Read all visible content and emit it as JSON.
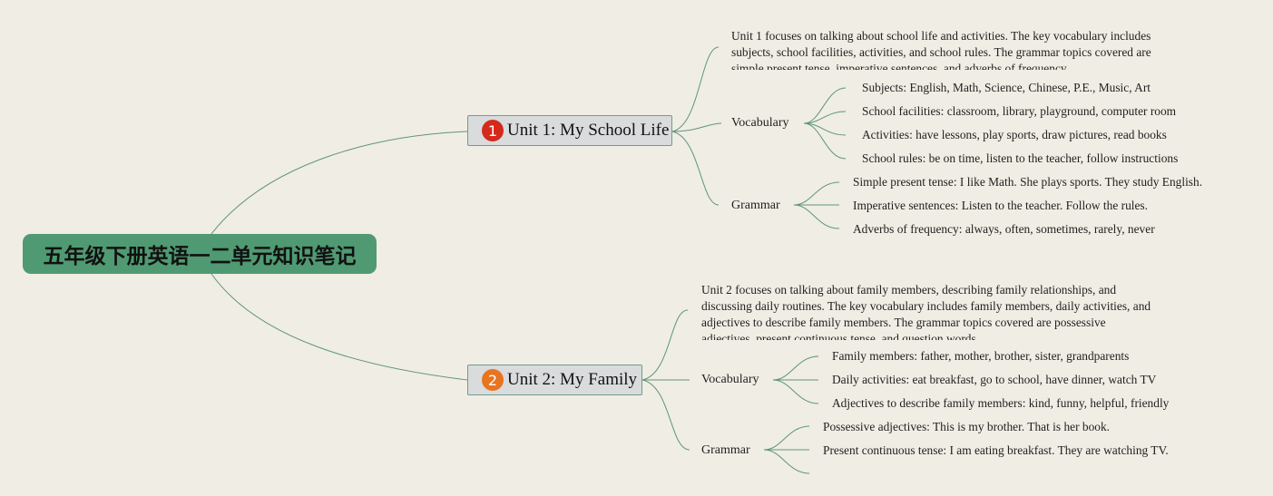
{
  "root": {
    "title": "五年级下册英语一二单元知识笔记"
  },
  "units": [
    {
      "badge": "1",
      "badge_color": "#d42a1c",
      "title": "Unit 1: My School Life",
      "summary": "Unit 1 focuses on talking about school life and activities. The key vocabulary includes subjects, school facilities, activities, and school rules. The grammar topics covered are simple present tense, imperative sentences, and adverbs of frequency.",
      "vocabulary_label": "Vocabulary",
      "vocabulary": [
        "Subjects: English, Math, Science, Chinese, P.E., Music, Art",
        "School facilities: classroom, library, playground, computer room",
        "Activities: have lessons, play sports, draw pictures, read books",
        "School rules: be on time, listen to the teacher, follow instructions"
      ],
      "grammar_label": "Grammar",
      "grammar": [
        "Simple present tense: I like Math. She plays sports. They study English.",
        "Imperative sentences: Listen to the teacher. Follow the rules.",
        "Adverbs of frequency: always, often, sometimes, rarely, never"
      ]
    },
    {
      "badge": "2",
      "badge_color": "#e8741f",
      "title": "Unit 2: My Family",
      "summary": "Unit 2 focuses on talking about family members, describing family relationships, and discussing daily routines. The key vocabulary includes family members, daily activities, and adjectives to describe family members. The grammar topics covered are possessive adjectives, present continuous tense, and question words.",
      "vocabulary_label": "Vocabulary",
      "vocabulary": [
        "Family members: father, mother, brother, sister, grandparents",
        "Daily activities: eat breakfast, go to school, have dinner, watch TV",
        "Adjectives to describe family members: kind, funny, helpful, friendly"
      ],
      "grammar_label": "Grammar",
      "grammar": [
        "Possessive adjectives: This is my brother. That is her book.",
        "Present continuous tense: I am eating breakfast. They are watching TV.",
        ""
      ]
    }
  ],
  "colors": {
    "background": "#f0ede4",
    "root": "#4f9a72",
    "link": "#5e9679",
    "unit_box": "#d9dbdc"
  }
}
